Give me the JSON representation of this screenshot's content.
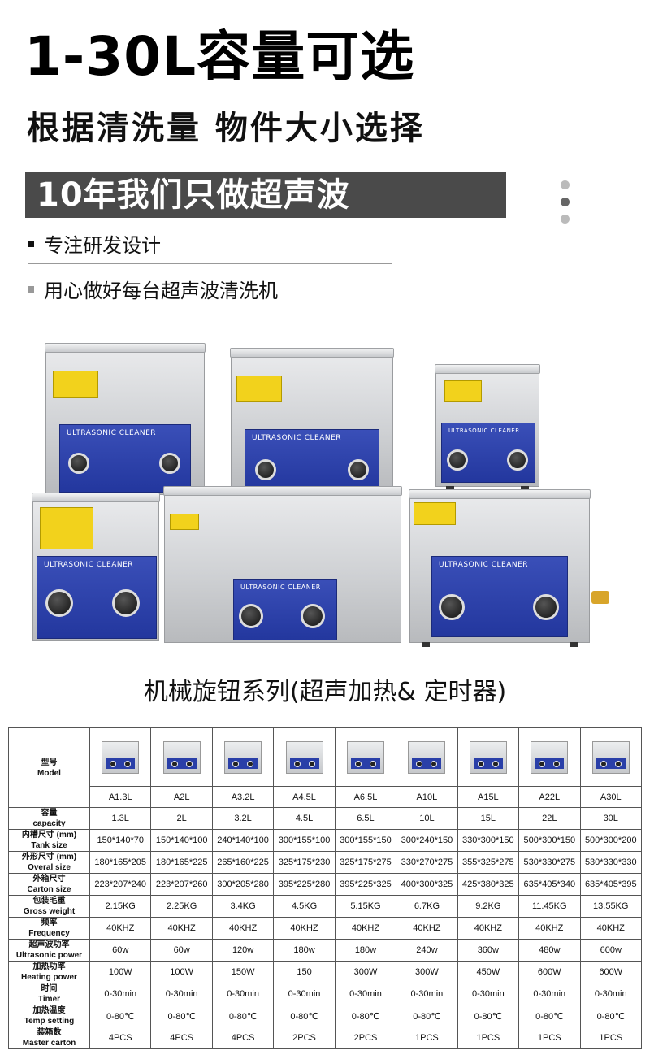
{
  "heading": "1-30L容量可选",
  "subheading": "根据清洗量 物件大小选择",
  "banner": "10年我们只做超声波",
  "bullets": [
    "专注研发设计",
    "用心做好每台超声波清洗机"
  ],
  "panel_label": "ULTRASONIC CLEANER",
  "series_title": "机械旋钮系列(超声加热& 定时器)",
  "table": {
    "model_label_cn": "型号",
    "model_label_en": "Model",
    "models": [
      "A1.3L",
      "A2L",
      "A3.2L",
      "A4.5L",
      "A6.5L",
      "A10L",
      "A15L",
      "A22L",
      "A30L"
    ],
    "rows": [
      {
        "cn": "容量",
        "en": "capacity",
        "values": [
          "1.3L",
          "2L",
          "3.2L",
          "4.5L",
          "6.5L",
          "10L",
          "15L",
          "22L",
          "30L"
        ]
      },
      {
        "cn": "内槽尺寸 (mm)",
        "en": "Tank size",
        "values": [
          "150*140*70",
          "150*140*100",
          "240*140*100",
          "300*155*100",
          "300*155*150",
          "300*240*150",
          "330*300*150",
          "500*300*150",
          "500*300*200"
        ]
      },
      {
        "cn": "外形尺寸 (mm)",
        "en": "Overal size",
        "values": [
          "180*165*205",
          "180*165*225",
          "265*160*225",
          "325*175*230",
          "325*175*275",
          "330*270*275",
          "355*325*275",
          "530*330*275",
          "530*330*330"
        ]
      },
      {
        "cn": "外箱尺寸",
        "en": "Carton size",
        "values": [
          "223*207*240",
          "223*207*260",
          "300*205*280",
          "395*225*280",
          "395*225*325",
          "400*300*325",
          "425*380*325",
          "635*405*340",
          "635*405*395"
        ]
      },
      {
        "cn": "包装毛重",
        "en": "Gross weight",
        "values": [
          "2.15KG",
          "2.25KG",
          "3.4KG",
          "4.5KG",
          "5.15KG",
          "6.7KG",
          "9.2KG",
          "11.45KG",
          "13.55KG"
        ]
      },
      {
        "cn": "频率",
        "en": "Frequency",
        "values": [
          "40KHZ",
          "40KHZ",
          "40KHZ",
          "40KHZ",
          "40KHZ",
          "40KHZ",
          "40KHZ",
          "40KHZ",
          "40KHZ"
        ]
      },
      {
        "cn": "超声波功率",
        "en": "Ultrasonic power",
        "values": [
          "60w",
          "60w",
          "120w",
          "180w",
          "180w",
          "240w",
          "360w",
          "480w",
          "600w"
        ]
      },
      {
        "cn": "加热功率",
        "en": "Heating power",
        "values": [
          "100W",
          "100W",
          "150W",
          "150",
          "300W",
          "300W",
          "450W",
          "600W",
          "600W"
        ]
      },
      {
        "cn": "时间",
        "en": "Timer",
        "values": [
          "0-30min",
          "0-30min",
          "0-30min",
          "0-30min",
          "0-30min",
          "0-30min",
          "0-30min",
          "0-30min",
          "0-30min"
        ]
      },
      {
        "cn": "加热温度",
        "en": "Temp setting",
        "values": [
          "0-80℃",
          "0-80℃",
          "0-80℃",
          "0-80℃",
          "0-80℃",
          "0-80℃",
          "0-80℃",
          "0-80℃",
          "0-80℃"
        ]
      },
      {
        "cn": "装箱数",
        "en": "Master carton",
        "values": [
          "4PCS",
          "4PCS",
          "4PCS",
          "2PCS",
          "2PCS",
          "1PCS",
          "1PCS",
          "1PCS",
          "1PCS"
        ]
      }
    ]
  }
}
